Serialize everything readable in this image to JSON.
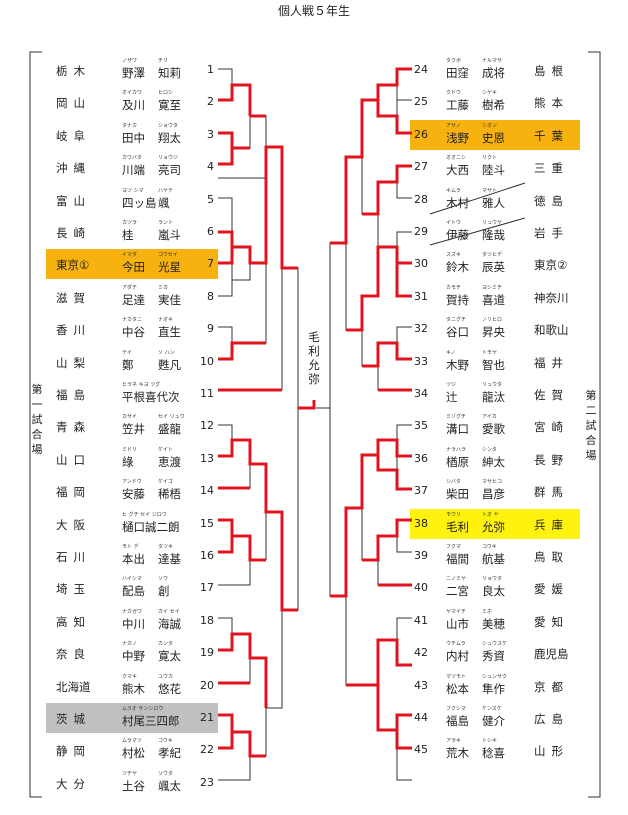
{
  "title": "個人戦５年生",
  "court_left": "第一試合場",
  "court_right": "第二試合場",
  "winner": "毛利允弥",
  "left": [
    {
      "num": "1",
      "pref": "栃木",
      "family": "野澤",
      "given": "知莉",
      "kana_f": "ノザワ",
      "kana_g": "チリ"
    },
    {
      "num": "2",
      "pref": "岡山",
      "family": "及川",
      "given": "寛至",
      "kana_f": "オイカワ",
      "kana_g": "ヒロシ"
    },
    {
      "num": "3",
      "pref": "岐阜",
      "family": "田中",
      "given": "翔太",
      "kana_f": "タナカ",
      "kana_g": "ショウタ"
    },
    {
      "num": "4",
      "pref": "沖縄",
      "family": "川端",
      "given": "亮司",
      "kana_f": "カワバタ",
      "kana_g": "リョウジ"
    },
    {
      "num": "5",
      "pref": "富山",
      "family": "四ッ島",
      "given": "颯",
      "kana_f": "ヨツ シマ",
      "kana_g": "ハヤテ"
    },
    {
      "num": "6",
      "pref": "長崎",
      "family": "桂",
      "given": "嵐斗",
      "kana_f": "カツラ",
      "kana_g": "ラント"
    },
    {
      "num": "7",
      "pref": "東京①",
      "family": "今田",
      "given": "光星",
      "kana_f": "イマダ",
      "kana_g": "コウセイ",
      "hl": "orange"
    },
    {
      "num": "8",
      "pref": "滋賀",
      "family": "足達",
      "given": "実佳",
      "kana_f": "アダチ",
      "kana_g": "ミカ"
    },
    {
      "num": "9",
      "pref": "香川",
      "family": "中谷",
      "given": "直生",
      "kana_f": "ナカタニ",
      "kana_g": "ナオキ"
    },
    {
      "num": "10",
      "pref": "山梨",
      "family": "鄭",
      "given": "甦凡",
      "kana_f": "テイ",
      "kana_g": "ソ ハン"
    },
    {
      "num": "11",
      "pref": "福島",
      "family": "平根喜代次",
      "given": "",
      "kana_f": "ヒラネ キヨ ツグ",
      "kana_g": ""
    },
    {
      "num": "12",
      "pref": "青森",
      "family": "笠井",
      "given": "盛龍",
      "kana_f": "カサイ",
      "kana_g": "セイ リュウ"
    },
    {
      "num": "13",
      "pref": "山口",
      "family": "綠",
      "given": "恵渡",
      "kana_f": "ミドリ",
      "kana_g": "ケイト"
    },
    {
      "num": "14",
      "pref": "福岡",
      "family": "安藤",
      "given": "稀梧",
      "kana_f": "アンドウ",
      "kana_g": "ケイゴ"
    },
    {
      "num": "15",
      "pref": "大阪",
      "family": "樋口誠二朗",
      "given": "",
      "kana_f": "ヒ グチ セイ ジロウ",
      "kana_g": ""
    },
    {
      "num": "16",
      "pref": "石川",
      "family": "本出",
      "given": "達基",
      "kana_f": "モト デ",
      "kana_g": "タツキ"
    },
    {
      "num": "17",
      "pref": "埼玉",
      "family": "配島",
      "given": "創",
      "kana_f": "ハイシマ",
      "kana_g": "ソウ"
    },
    {
      "num": "18",
      "pref": "高知",
      "family": "中川",
      "given": "海誠",
      "kana_f": "ナカガワ",
      "kana_g": "カイ セイ"
    },
    {
      "num": "19",
      "pref": "奈良",
      "family": "中野",
      "given": "寛太",
      "kana_f": "ナカノ",
      "kana_g": "カンタ"
    },
    {
      "num": "20",
      "pref": "北海道",
      "family": "熊木",
      "given": "悠花",
      "kana_f": "クマキ",
      "kana_g": "ユウカ"
    },
    {
      "num": "21",
      "pref": "茨城",
      "family": "村尾三四郎",
      "given": "",
      "kana_f": "ムラオ サンシロウ",
      "kana_g": "",
      "hl": "gray"
    },
    {
      "num": "22",
      "pref": "静岡",
      "family": "村松",
      "given": "孝紀",
      "kana_f": "ムラマツ",
      "kana_g": "コウキ"
    },
    {
      "num": "23",
      "pref": "大分",
      "family": "土谷",
      "given": "颯太",
      "kana_f": "ツチヤ",
      "kana_g": "ソウタ"
    }
  ],
  "right": [
    {
      "num": "24",
      "pref": "島根",
      "family": "田窪",
      "given": "成将",
      "kana_f": "タクボ",
      "kana_g": "ナルマサ"
    },
    {
      "num": "25",
      "pref": "熊本",
      "family": "工藤",
      "given": "樹希",
      "kana_f": "クドウ",
      "kana_g": "シゲキ"
    },
    {
      "num": "26",
      "pref": "千葉",
      "family": "浅野",
      "given": "史恩",
      "kana_f": "アサノ",
      "kana_g": "シオン",
      "hl": "orange"
    },
    {
      "num": "27",
      "pref": "三重",
      "family": "大西",
      "given": "陸斗",
      "kana_f": "オオニシ",
      "kana_g": "リクト"
    },
    {
      "num": "28",
      "pref": "徳島",
      "family": "木村",
      "given": "雅人",
      "kana_f": "キムラ",
      "kana_g": "マサト"
    },
    {
      "num": "29",
      "pref": "岩手",
      "family": "伊藤",
      "given": "隆哉",
      "kana_f": "イトウ",
      "kana_g": "リュウヤ"
    },
    {
      "num": "30",
      "pref": "東京②",
      "family": "鈴木",
      "given": "辰英",
      "kana_f": "スズキ",
      "kana_g": "タツヒデ"
    },
    {
      "num": "31",
      "pref": "神奈川",
      "family": "賀持",
      "given": "喜道",
      "kana_f": "カモチ",
      "kana_g": "ヨシミチ"
    },
    {
      "num": "32",
      "pref": "和歌山",
      "family": "谷口",
      "given": "昇央",
      "kana_f": "タニグチ",
      "kana_g": "ノリヒロ"
    },
    {
      "num": "33",
      "pref": "福井",
      "family": "木野",
      "given": "智也",
      "kana_f": "キノ",
      "kana_g": "トモヤ"
    },
    {
      "num": "34",
      "pref": "佐賀",
      "family": "辻",
      "given": "龍汰",
      "kana_f": "ツジ",
      "kana_g": "リュウタ"
    },
    {
      "num": "35",
      "pref": "宮崎",
      "family": "溝口",
      "given": "愛歌",
      "kana_f": "ミゾグチ",
      "kana_g": "アイカ"
    },
    {
      "num": "36",
      "pref": "長野",
      "family": "楢原",
      "given": "紳太",
      "kana_f": "ナラハラ",
      "kana_g": "シンタ"
    },
    {
      "num": "37",
      "pref": "群馬",
      "family": "柴田",
      "given": "昌彦",
      "kana_f": "シバタ",
      "kana_g": "マサヒコ"
    },
    {
      "num": "38",
      "pref": "兵庫",
      "family": "毛利",
      "given": "允弥",
      "kana_f": "モウリ",
      "kana_g": "トオ ヤ",
      "hl": "yellow"
    },
    {
      "num": "39",
      "pref": "鳥取",
      "family": "福間",
      "given": "航基",
      "kana_f": "フクマ",
      "kana_g": "コウキ"
    },
    {
      "num": "40",
      "pref": "愛媛",
      "family": "二宮",
      "given": "良太",
      "kana_f": "ニノミヤ",
      "kana_g": "リョウタ"
    },
    {
      "num": "41",
      "pref": "愛知",
      "family": "山市",
      "given": "美穂",
      "kana_f": "ヤマイチ",
      "kana_g": "ミホ"
    },
    {
      "num": "42",
      "pref": "鹿児島",
      "family": "内村",
      "given": "秀資",
      "kana_f": "ウチムラ",
      "kana_g": "シュウスケ"
    },
    {
      "num": "43",
      "pref": "京都",
      "family": "松本",
      "given": "隼作",
      "kana_f": "マツモト",
      "kana_g": "シュンサク"
    },
    {
      "num": "44",
      "pref": "広島",
      "family": "福島",
      "given": "健介",
      "kana_f": "フクシマ",
      "kana_g": "ケンスケ"
    },
    {
      "num": "45",
      "pref": "山形",
      "family": "荒木",
      "given": "稔喜",
      "kana_f": "アラキ",
      "kana_g": "トシキ"
    }
  ]
}
